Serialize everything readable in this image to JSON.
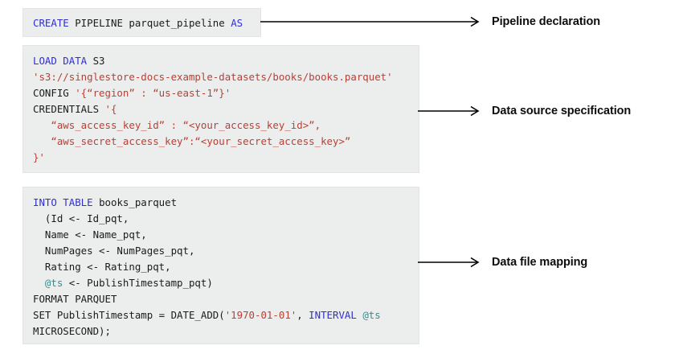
{
  "panels": [
    {
      "id": "pipeline-declaration",
      "lines": [
        [
          {
            "t": "CREATE",
            "c": "kw"
          },
          {
            "t": " PIPELINE parquet_pipeline ",
            "c": "plain"
          },
          {
            "t": "AS",
            "c": "kw"
          }
        ]
      ]
    },
    {
      "id": "data-source-specification",
      "lines": [
        [
          {
            "t": "LOAD DATA",
            "c": "kw"
          },
          {
            "t": " S3",
            "c": "plain"
          }
        ],
        [
          {
            "t": "'s3://singlestore-docs-example-datasets/books/books.parquet'",
            "c": "str"
          }
        ],
        [
          {
            "t": "CONFIG ",
            "c": "plain"
          },
          {
            "t": "'{“region” : “us-east-1”}'",
            "c": "str"
          }
        ],
        [
          {
            "t": "CREDENTIALS ",
            "c": "plain"
          },
          {
            "t": "'{",
            "c": "str"
          }
        ],
        [
          {
            "t": "   “aws_access_key_id” : “<your_access_key_id>”,",
            "c": "str"
          }
        ],
        [
          {
            "t": "   “aws_secret_access_key”:“<your_secret_access_key>”",
            "c": "str"
          }
        ],
        [
          {
            "t": "}'",
            "c": "str"
          }
        ]
      ]
    },
    {
      "id": "data-file-mapping",
      "lines": [
        [
          {
            "t": "INTO TABLE",
            "c": "kw"
          },
          {
            "t": " books_parquet",
            "c": "plain"
          }
        ],
        [
          {
            "t": "  (Id <- Id_pqt,",
            "c": "plain"
          }
        ],
        [
          {
            "t": "  Name <- Name_pqt,",
            "c": "plain"
          }
        ],
        [
          {
            "t": "  NumPages <- NumPages_pqt,",
            "c": "plain"
          }
        ],
        [
          {
            "t": "  Rating <- Rating_pqt,",
            "c": "plain"
          }
        ],
        [
          {
            "t": "  ",
            "c": "plain"
          },
          {
            "t": "@ts",
            "c": "var"
          },
          {
            "t": " <- PublishTimestamp_pqt)",
            "c": "plain"
          }
        ],
        [
          {
            "t": "FORMAT PARQUET",
            "c": "plain"
          }
        ],
        [
          {
            "t": "SET PublishTimestamp = DATE_ADD(",
            "c": "plain"
          },
          {
            "t": "'1970-01-01'",
            "c": "str"
          },
          {
            "t": ", ",
            "c": "plain"
          },
          {
            "t": "INTERVAL",
            "c": "kw"
          },
          {
            "t": " ",
            "c": "plain"
          },
          {
            "t": "@ts",
            "c": "var"
          }
        ],
        [
          {
            "t": "MICROSECOND);",
            "c": "plain"
          }
        ]
      ]
    }
  ],
  "labels": {
    "declaration": "Pipeline declaration",
    "source": "Data source specification",
    "mapping": "Data file mapping"
  },
  "colors": {
    "panel_background": "#eceded",
    "keyword": "#2f2fd2",
    "string": "#bb3f34",
    "variable": "#3b8b8b",
    "text": "#1b1b1b",
    "arrow": "#000000"
  }
}
